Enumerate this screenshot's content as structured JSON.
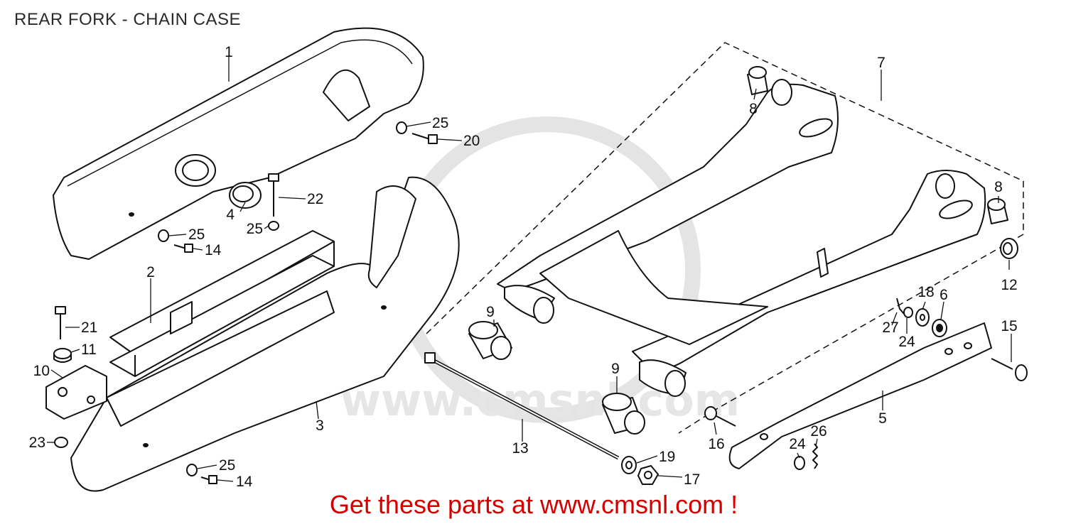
{
  "title": "REAR FORK - CHAIN CASE",
  "watermark": "www.cmsnl.com",
  "colors": {
    "line": "#111111",
    "watermark": "#e6e6e6",
    "footer": "#d40000"
  },
  "footer": {
    "text": "Get these parts at www.cmsnl.com !"
  },
  "parts": {
    "p1": "1",
    "p2": "2",
    "p3": "3",
    "p4": "4",
    "p5": "5",
    "p6": "6",
    "p7": "7",
    "p8a": "8",
    "p8b": "8",
    "p9a": "9",
    "p9b": "9",
    "p10": "10",
    "p11": "11",
    "p12": "12",
    "p13": "13",
    "p14a": "14",
    "p14b": "14",
    "p15": "15",
    "p16": "16",
    "p17": "17",
    "p18": "18",
    "p19": "19",
    "p20": "20",
    "p21": "21",
    "p22": "22",
    "p23": "23",
    "p24a": "24",
    "p24b": "24",
    "p25a": "25",
    "p25b": "25",
    "p25c": "25",
    "p25d": "25",
    "p26": "26",
    "p27": "27"
  }
}
